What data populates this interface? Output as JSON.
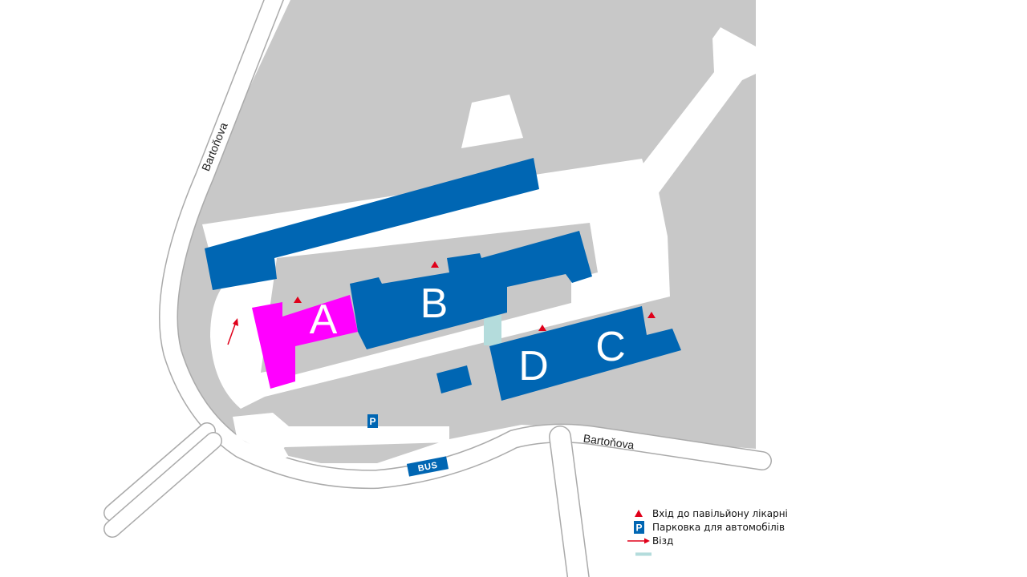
{
  "map": {
    "streets": [
      {
        "id": "bartonova-west",
        "label": "Bartoňova"
      },
      {
        "id": "bartonova-south",
        "label": "Bartoňova"
      }
    ],
    "buildings": [
      {
        "id": "A",
        "label": "A",
        "color": "#ff00ff"
      },
      {
        "id": "B",
        "label": "B",
        "color": "#0066b3"
      },
      {
        "id": "C",
        "label": "C",
        "color": "#0066b3"
      },
      {
        "id": "D",
        "label": "D",
        "color": "#0066b3"
      }
    ],
    "bus_stop": {
      "label": "BUS",
      "color": "#0066b3"
    },
    "parking": {
      "label": "P",
      "color": "#0066b3"
    },
    "colors": {
      "campus": "#c8c8c8",
      "road": "#ffffff",
      "road_edge": "#aaaaaa",
      "building": "#0066b3",
      "pavilion_a": "#ff00ff",
      "entrance": "#e0001a",
      "passage": "#b4dcdc"
    }
  },
  "legend": {
    "items": [
      {
        "symbol": "entrance-triangle-icon",
        "text": "Вхід до павільйону лікарні"
      },
      {
        "symbol": "parking-icon",
        "text": "Парковка для автомобілів",
        "glyph": "P"
      },
      {
        "symbol": "entry-arrow-icon",
        "text": "Візд"
      },
      {
        "symbol": "passage-bar-icon",
        "text": ""
      }
    ]
  }
}
